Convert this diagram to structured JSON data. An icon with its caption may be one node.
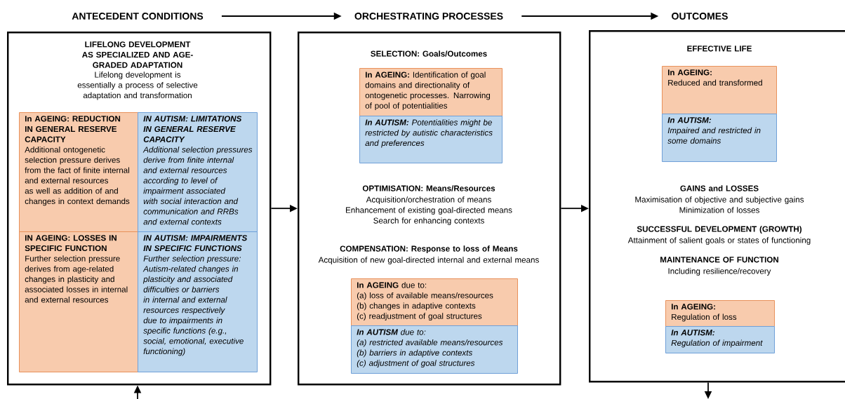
{
  "diagram": {
    "nodes": [
      {
        "text": [
          "ANTECEDENT CONDITIONS"
        ]
      },
      {
        "text": [
          "ORCHESTRATING PROCESSES"
        ]
      },
      {
        "text": [
          "OUTCOMES"
        ]
      },
      {
        "text": [
          "LIFELONG DEVELOPMENT AS SPECIALIZED AND AGE-GRADED ADAPTATION",
          "Lifelong development is essentially a process of selective adaptation and transformation"
        ]
      },
      {
        "text": [
          "In AGEING: REDUCTION IN GENERAL RESERVE CAPACITY",
          "Additional ontogenetic selection pressure derives from the fact of finite internal and external resources as well as addition of and changes in context demands"
        ],
        "in": 3
      },
      {
        "text": [
          "IN AUTISM: LIMITATIONS IN GENERAL RESERVE CAPACITY",
          "Additional selection pressures derive from finite internal and external resources according to level of impairment associated with social interaction and communication and RRBs and external contexts"
        ],
        "in": 3
      },
      {
        "text": [
          "IN AGEING: LOSSES IN SPECIFIC FUNCTION",
          "Further selection pressure derives from age-related changes in plasticity and associated losses in internal and external resources"
        ],
        "in": 3
      },
      {
        "text": [
          "IN AUTISM: IMPAIRMENTS IN SPECIFIC FUNCTIONS",
          "Further selection pressure: Autism-related changes in plasticity and associated difficulties or barriers in internal and external resources respectively due to impairments in specific functions (e.g., social, emotional, executive functioning)"
        ],
        "in": 3
      },
      {
        "text": [
          "SELECTION: Goals/Outcomes",
          "OPTIMISATION: Means/Resources",
          "Acquisition/orchestration of means",
          "Enhancement of existing goal-directed means",
          "Search for enhancing contexts",
          "COMPENSATION: Response to loss of Means",
          "Acquisition of new goal-directed internal and external means"
        ]
      },
      {
        "text": [
          "**In AGEING:** Identification of goal domains and directionality of ontogenetic processes. Narrowing of pool of potentialities"
        ],
        "in": 8
      },
      {
        "text": [
          "**In AUTISM:** Potentialities might be restricted by autistic characteristics and preferences"
        ],
        "in": 8
      },
      {
        "text": [
          "**In AGEING** due to:",
          "(a) loss of available means/resources",
          "(b) changes in adaptive contexts",
          "(c) readjustment of goal structures"
        ],
        "in": 8
      },
      {
        "text": [
          "**In AUTISM** due to:",
          "(a) restricted available means/resources",
          "(b) barriers in adaptive contexts",
          "(c) adjustment of goal structures"
        ],
        "in": 8
      },
      {
        "text": [
          "EFFECTIVE LIFE",
          "GAINS and LOSSES",
          "Maximisation of objective and subjective gains",
          "Minimization of losses",
          "SUCCESSFUL DEVELOPMENT (GROWTH)",
          "Attainment of salient goals or states of functioning",
          "MAINTENANCE OF FUNCTION",
          "Including resilience/recovery"
        ]
      },
      {
        "text": [
          "In AGEING:",
          "Reduced and transformed"
        ],
        "in": 13
      },
      {
        "text": [
          "In AUTISM:",
          "Impaired and restricted in some domains"
        ],
        "in": 13
      },
      {
        "text": [
          "In AGEING:",
          "Regulation of loss"
        ],
        "in": 13
      },
      {
        "text": [
          "In AUTISM:",
          "Regulation of impairment"
        ],
        "in": 13
      }
    ],
    "edges": [
      {
        "from": 0,
        "to": 1,
        "arrow": "to"
      },
      {
        "from": 1,
        "to": 2,
        "arrow": "to"
      },
      {
        "from": 3,
        "to": 8,
        "arrow": "to"
      },
      {
        "from": 8,
        "to": 13,
        "arrow": "to"
      },
      {
        "from": null,
        "to": 3,
        "arrow": "to"
      },
      {
        "from": 13,
        "to": null,
        "arrow": "to"
      }
    ]
  }
}
